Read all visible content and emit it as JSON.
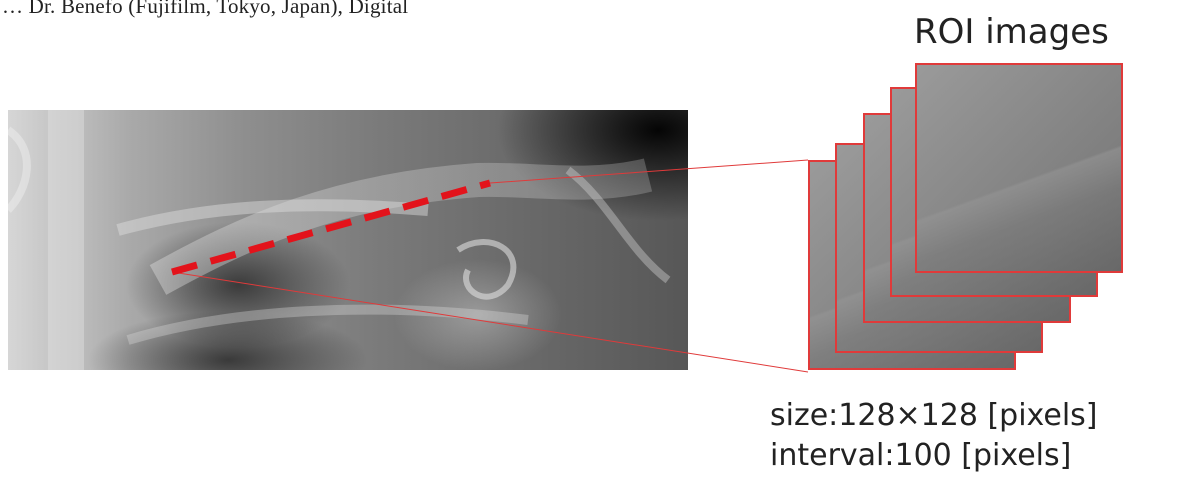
{
  "top_text": "… Dr. Benefo (Fujifilm, Tokyo, Japan), Digital",
  "roi_label": "ROI images",
  "size_text": "size:128×128 [pixels]",
  "interval_text": "interval:100 [pixels]",
  "colors": {
    "roi_border": "#e03a3a",
    "dashed_line": "#e3131b",
    "connector": "#e03a3a"
  },
  "roi_image_count": 5
}
